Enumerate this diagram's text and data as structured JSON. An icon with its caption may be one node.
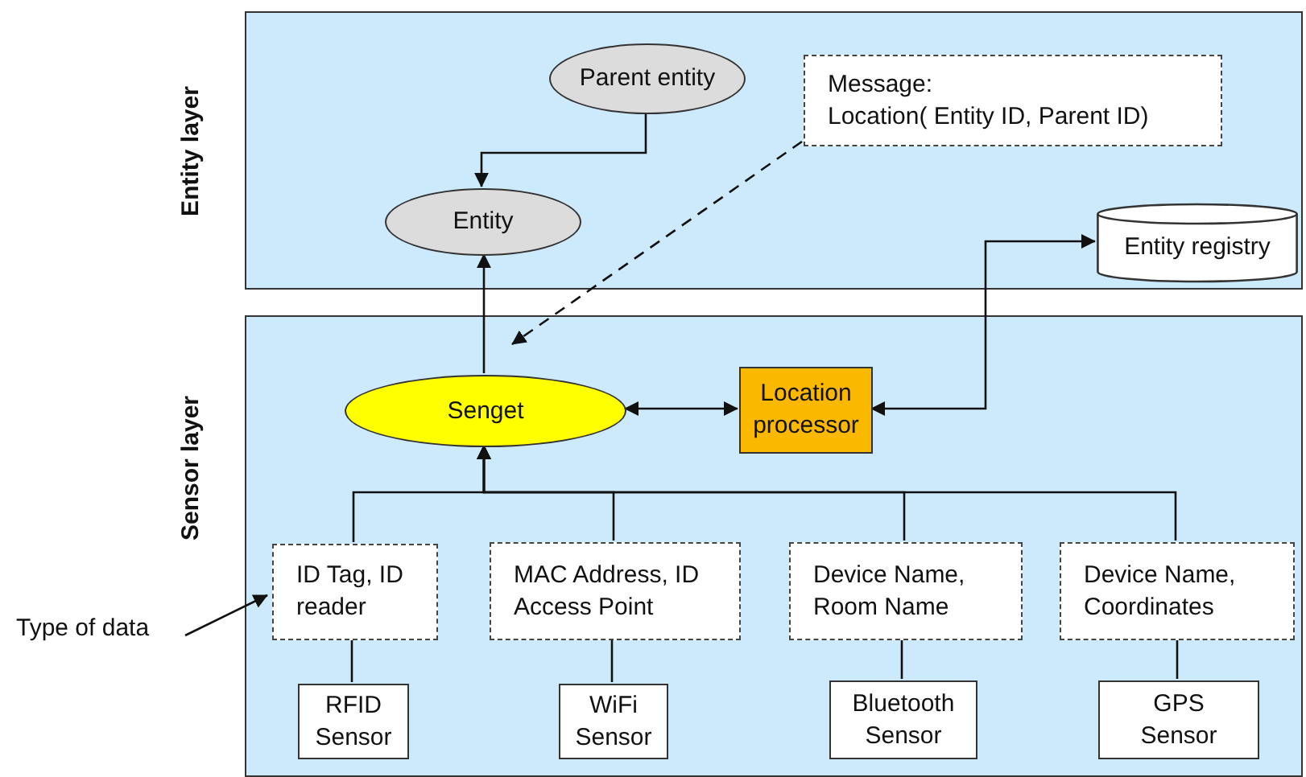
{
  "diagram": {
    "nodes": [
      {
        "text": [
          "Entity layer"
        ]
      },
      {
        "text": [
          "Parent entity"
        ],
        "in": 0
      },
      {
        "text": [
          "Message:",
          "Location( Entity ID, Parent ID)"
        ],
        "in": 0
      },
      {
        "text": [
          "Entity"
        ],
        "in": 0
      },
      {
        "text": [
          "Entity registry"
        ],
        "in": 0
      },
      {
        "text": [
          "Sensor layer"
        ]
      },
      {
        "text": [
          "Senget"
        ],
        "in": 5
      },
      {
        "text": [
          "Location processor"
        ],
        "in": 5
      },
      {
        "text": [
          "ID Tag, ID reader"
        ],
        "in": 5
      },
      {
        "text": [
          "MAC Address, ID Access Point"
        ],
        "in": 5
      },
      {
        "text": [
          "Device Name, Room Name"
        ],
        "in": 5
      },
      {
        "text": [
          "Device Name, Coordinates"
        ],
        "in": 5
      },
      {
        "text": [
          "RFID Sensor"
        ],
        "in": 5
      },
      {
        "text": [
          "WiFi Sensor"
        ],
        "in": 5
      },
      {
        "text": [
          "Bluetooth Sensor"
        ],
        "in": 5
      },
      {
        "text": [
          "GPS Sensor"
        ],
        "in": 5
      },
      {
        "text": [
          "Type of data"
        ]
      }
    ],
    "edges": [
      {
        "from": 1,
        "to": 3,
        "arrow": "to"
      },
      {
        "from": 2,
        "to": 6,
        "arrow": "to",
        "style": "dashed"
      },
      {
        "from": 6,
        "to": 3,
        "arrow": "to"
      },
      {
        "from": 7,
        "to": 6,
        "arrow": "both"
      },
      {
        "from": 7,
        "to": 4,
        "arrow": "both"
      },
      {
        "from": 8,
        "to": 6,
        "arrow": "to"
      },
      {
        "from": 9,
        "to": 6,
        "arrow": "to"
      },
      {
        "from": 10,
        "to": 6,
        "arrow": "to"
      },
      {
        "from": 11,
        "to": 6,
        "arrow": "to"
      },
      {
        "from": 12,
        "to": 8,
        "arrow": "none"
      },
      {
        "from": 13,
        "to": 9,
        "arrow": "none"
      },
      {
        "from": 14,
        "to": 10,
        "arrow": "none"
      },
      {
        "from": 15,
        "to": 11,
        "arrow": "none"
      },
      {
        "from": 16,
        "to": 8,
        "arrow": "to"
      }
    ]
  }
}
